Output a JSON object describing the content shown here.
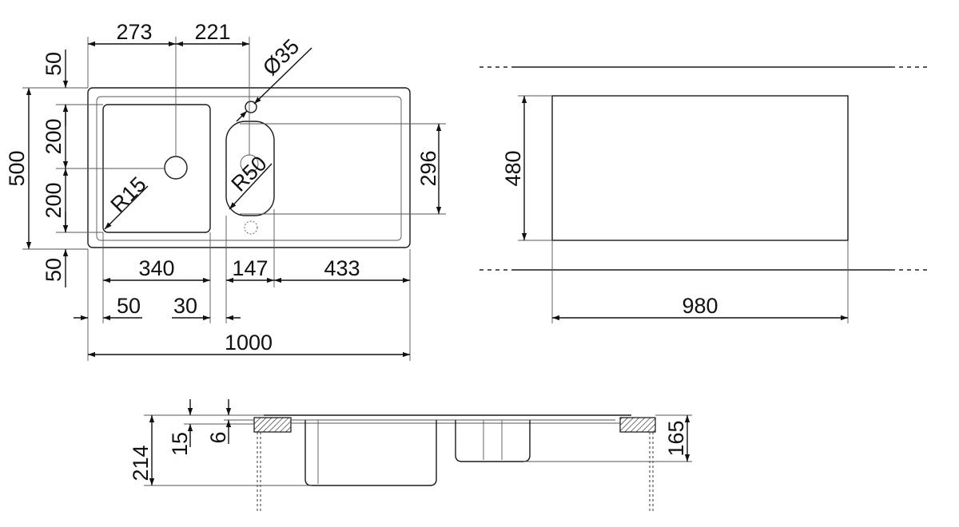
{
  "dimensions": {
    "top_273": "273",
    "top_221": "221",
    "tap_hole_dia": "Ø35",
    "left_50_top": "50",
    "left_200_a": "200",
    "left_500": "500",
    "left_200_b": "200",
    "left_50_bottom": "50",
    "corner_r15": "R15",
    "bowl_r50": "R50",
    "bowl_296": "296",
    "bottom_340": "340",
    "bottom_147": "147",
    "bottom_433": "433",
    "bottom_50": "50",
    "bottom_30": "30",
    "total_1000": "1000",
    "cutout_480": "480",
    "cutout_980": "980",
    "side_214": "214",
    "side_15": "15",
    "side_6": "6",
    "side_165": "165"
  }
}
